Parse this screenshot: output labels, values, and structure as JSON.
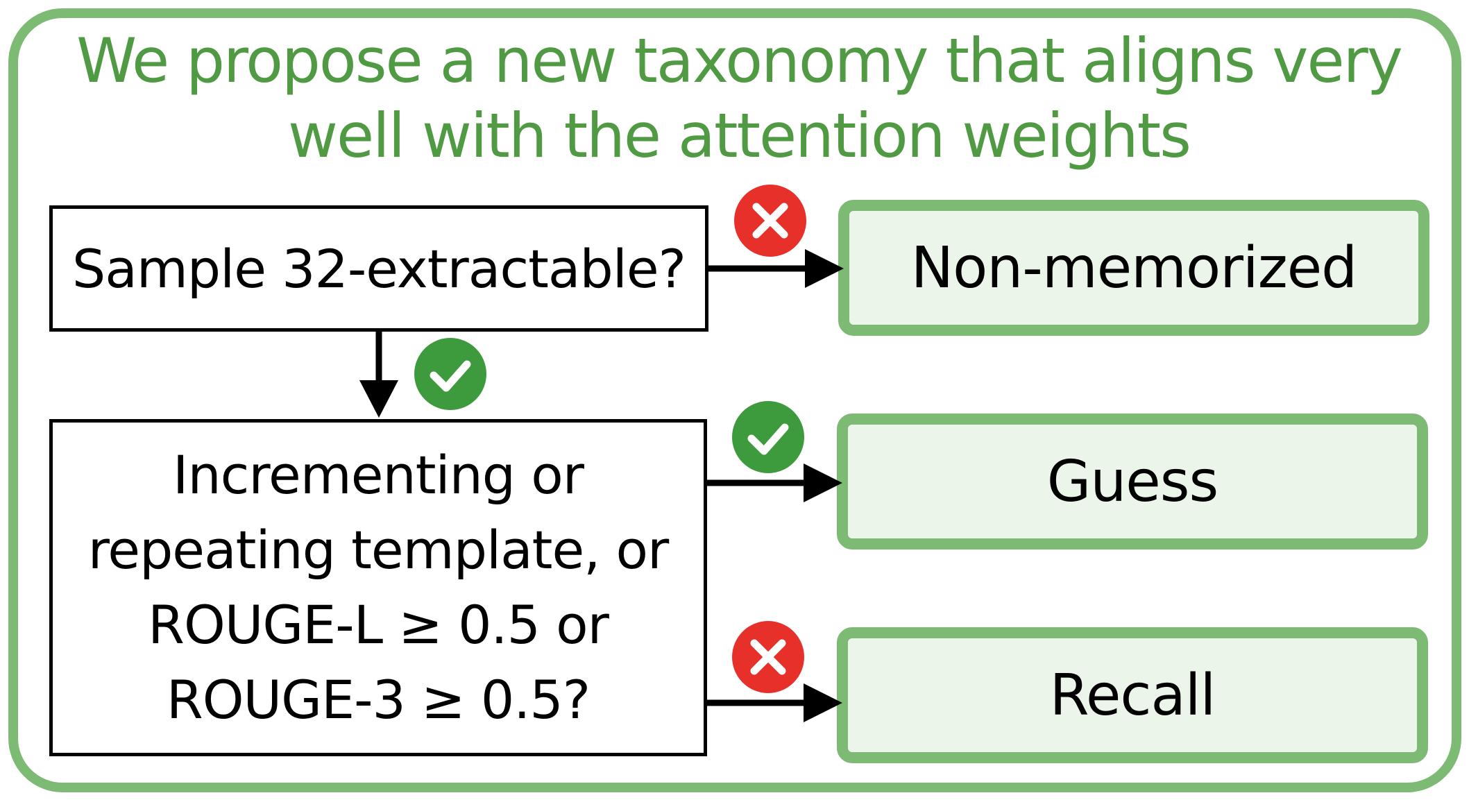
{
  "headline": {
    "line1": "We propose a new taxonomy that aligns very",
    "line2": "well with  the attention weights"
  },
  "questions": {
    "q1": "Sample 32-extractable?",
    "q2_lines": [
      "Incrementing or",
      "repeating template, or",
      "ROUGE-L ≥ 0.5 or",
      "ROUGE-3 ≥ 0.5?"
    ]
  },
  "outcomes": {
    "non_memorized": "Non-memorized",
    "guess": "Guess",
    "recall": "Recall"
  },
  "colors": {
    "frame_green": "#7dba74",
    "headline_green": "#4f9a42",
    "outcome_fill": "#ecf5e9",
    "yes_badge": "#3d9a3d",
    "no_badge": "#e8302b"
  },
  "icons": {
    "yes": "check-circle-icon",
    "no": "cross-circle-icon"
  }
}
